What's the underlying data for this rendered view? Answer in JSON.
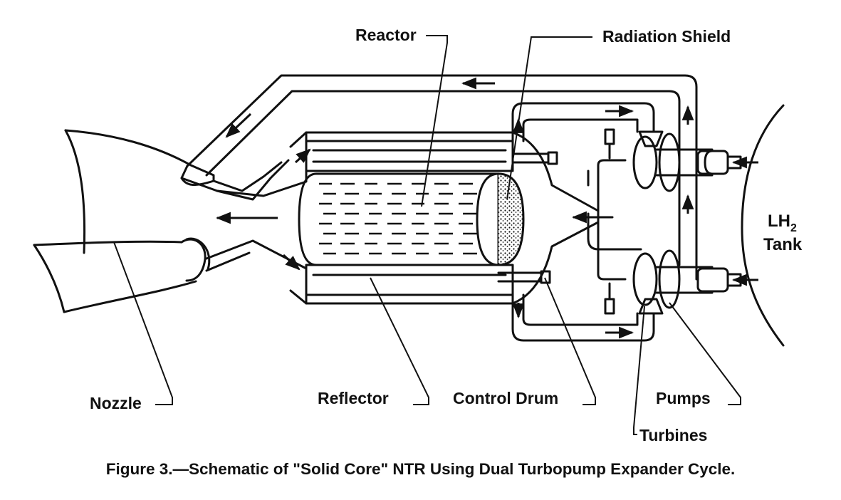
{
  "labels": {
    "reactor": "Reactor",
    "radiation_shield": "Radiation Shield",
    "lh2_main": "LH",
    "lh2_sub": "2",
    "tank": "Tank",
    "nozzle": "Nozzle",
    "reflector": "Reflector",
    "control_drum": "Control Drum",
    "pumps": "Pumps",
    "turbines": "Turbines"
  },
  "caption": "Figure 3.—Schematic of \"Solid Core\" NTR Using Dual Turbopump Expander Cycle.",
  "colors": {
    "ink": "#111111",
    "paper": "#ffffff"
  }
}
